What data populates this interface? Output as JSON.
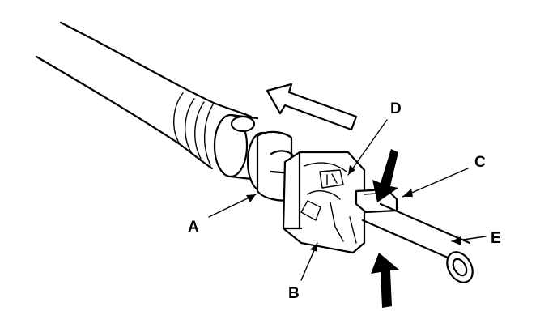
{
  "labels": {
    "a": "A",
    "b": "B",
    "c": "C",
    "d": "D",
    "e": "E"
  },
  "colors": {
    "ink": "#000000",
    "paper": "#ffffff"
  },
  "icons": {
    "direction": "hollow-arrow-icon",
    "pinch": "solid-arrow-icon"
  }
}
